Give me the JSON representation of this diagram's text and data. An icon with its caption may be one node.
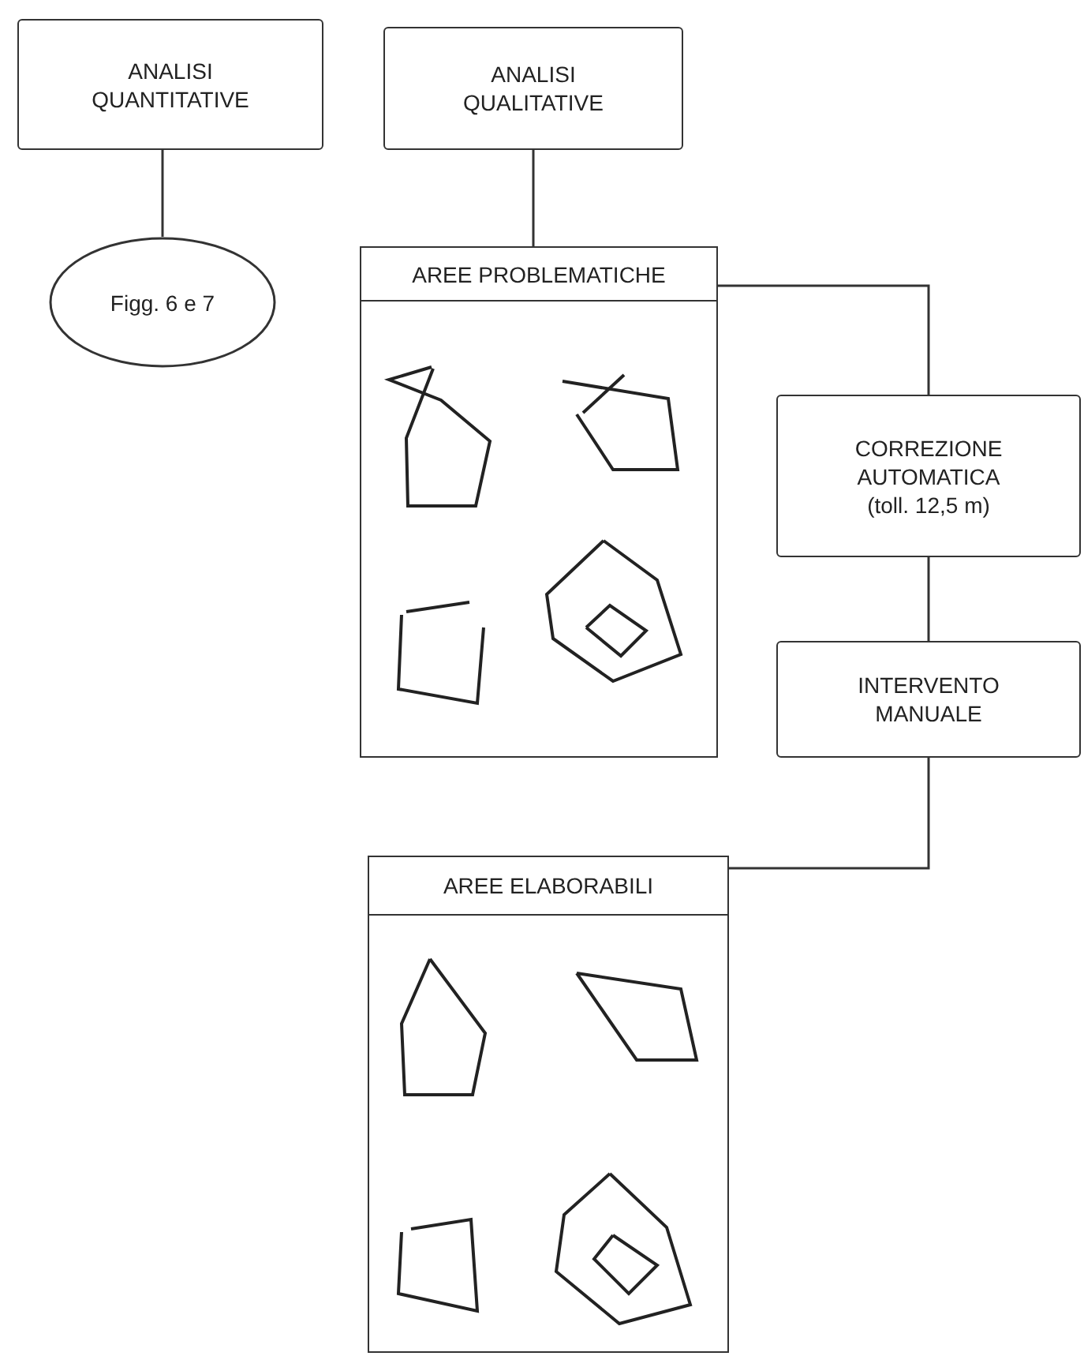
{
  "diagram": {
    "nodes": [
      {
        "text": [
          "ANALISI QUANTITATIVE"
        ]
      },
      {
        "text": [
          "Figg. 6 e 7"
        ]
      },
      {
        "text": [
          "ANALISI QUALITATIVE"
        ]
      },
      {
        "text": [
          "AREE PROBLEMATICHE"
        ]
      },
      {
        "text": [
          "CORREZIONE AUTOMATICA (toll. 12,5 m)"
        ]
      },
      {
        "text": [
          "INTERVENTO MANUALE"
        ]
      },
      {
        "text": [
          "AREE ELABORABILI"
        ]
      }
    ],
    "edges": [
      {
        "from": 0,
        "to": 1,
        "arrow": "none"
      },
      {
        "from": 2,
        "to": 3,
        "arrow": "none"
      },
      {
        "from": 3,
        "to": 4,
        "arrow": "none"
      },
      {
        "from": 4,
        "to": 5,
        "arrow": "none"
      },
      {
        "from": 5,
        "to": 6,
        "arrow": "none"
      }
    ]
  }
}
